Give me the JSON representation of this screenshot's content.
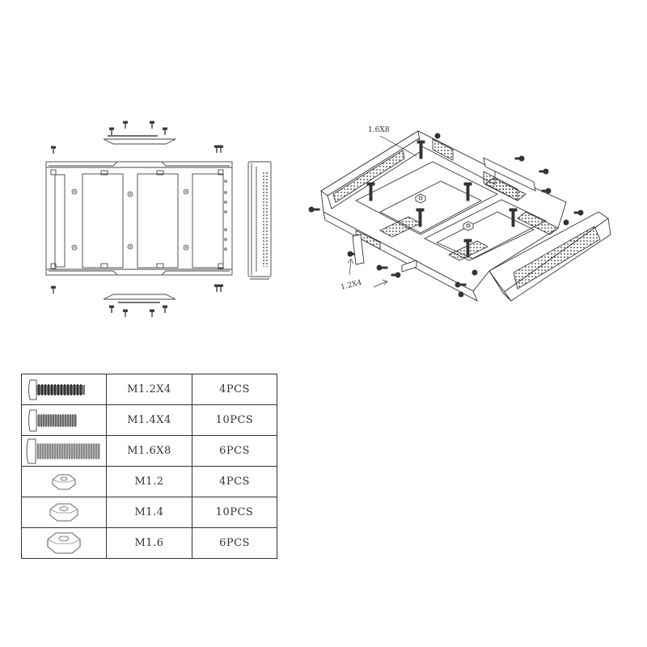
{
  "callouts": {
    "screw_long": "1.6X8",
    "screw_short": "1.2X4"
  },
  "parts": [
    {
      "icon": "screw-m12-icon",
      "spec": "M1.2X4",
      "qty": "4PCS"
    },
    {
      "icon": "screw-m14-icon",
      "spec": "M1.4X4",
      "qty": "10PCS"
    },
    {
      "icon": "screw-m16-icon",
      "spec": "M1.6X8",
      "qty": "6PCS"
    },
    {
      "icon": "nut-m12-icon",
      "spec": "M1.2",
      "qty": "4PCS"
    },
    {
      "icon": "nut-m14-icon",
      "spec": "M1.4",
      "qty": "10PCS"
    },
    {
      "icon": "nut-m16-icon",
      "spec": "M1.6",
      "qty": "6PCS"
    }
  ]
}
